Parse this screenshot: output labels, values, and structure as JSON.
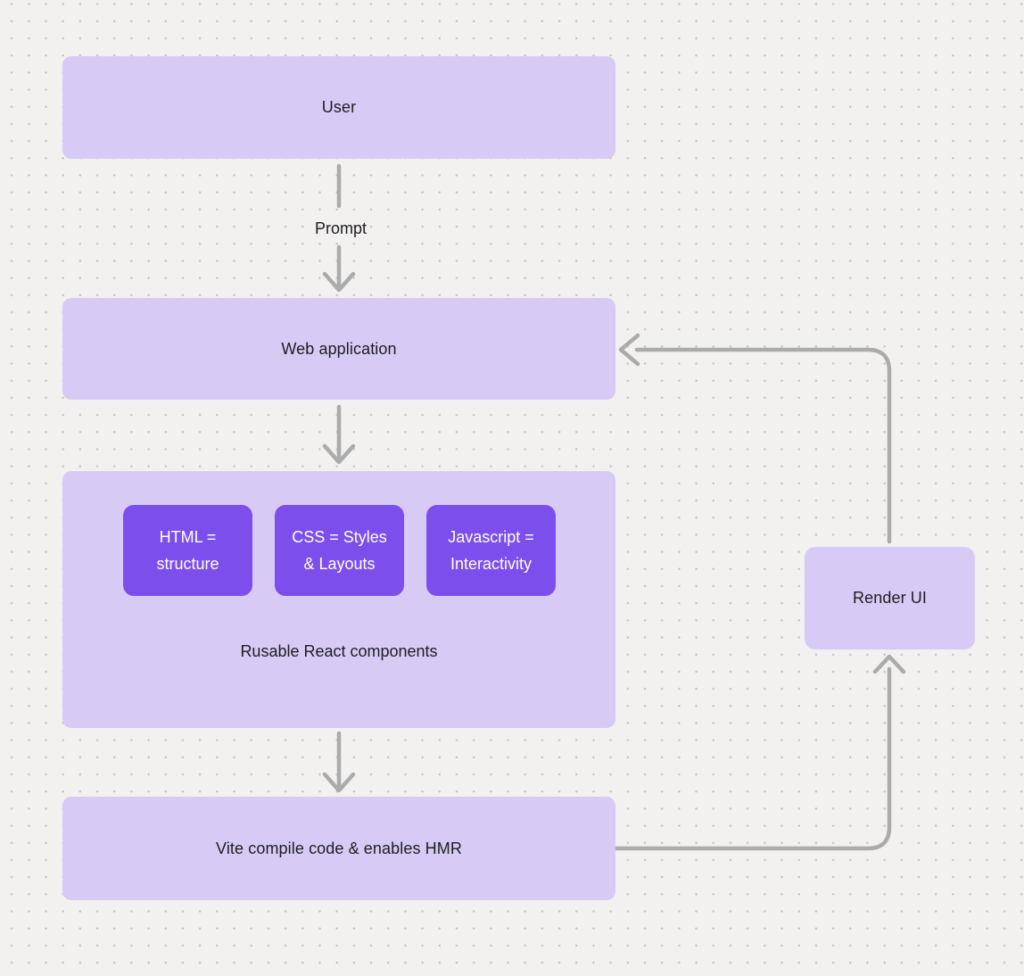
{
  "colors": {
    "background": "#f2f1ef",
    "dot": "#c9c6c3",
    "node_fill": "#d7cbf5",
    "node_text": "#1d1d21",
    "inner_fill": "#7c4fec",
    "inner_text": "#ffffff",
    "arrow": "#ababab"
  },
  "diagram": {
    "nodes": {
      "user": {
        "label": "User"
      },
      "web_application": {
        "label": "Web application"
      },
      "components": {
        "items": [
          {
            "line1": "HTML =",
            "line2": "structure"
          },
          {
            "line1": "CSS = Styles",
            "line2": "& Layouts"
          },
          {
            "line1": "Javascript =",
            "line2": "Interactivity"
          }
        ],
        "caption": "Rusable React components"
      },
      "vite": {
        "label": "Vite compile code & enables HMR"
      },
      "render_ui": {
        "label": "Render UI"
      }
    },
    "labels": {
      "prompt": "Prompt"
    }
  }
}
